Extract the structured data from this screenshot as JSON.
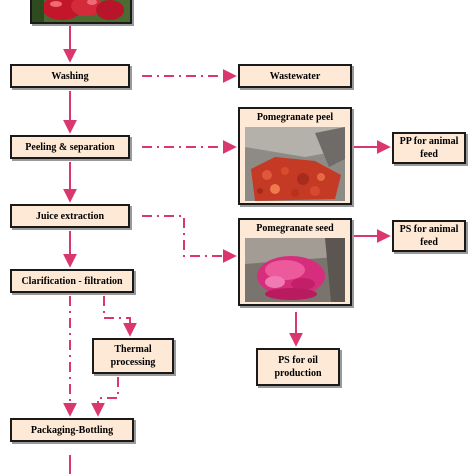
{
  "colors": {
    "arrow": "#d9376e",
    "box_fill": "#fde9d6",
    "box_border": "#1a1a1a"
  },
  "process_steps": {
    "washing": "Washing",
    "peeling": "Peeling & separation",
    "juice": "Juice extraction",
    "clarification": "Clarification - filtration",
    "thermal": "Thermal processing",
    "packaging": "Packaging-Bottling"
  },
  "outputs": {
    "wastewater": "Wastewater",
    "peel_title": "Pomegranate peel",
    "seed_title": "Pomegranate seed",
    "pp_feed": "PP  for animal feed",
    "ps_feed": "PS  for animal feed",
    "ps_oil": "PS  for oil production"
  },
  "images": {
    "top": "pomegranate-fruit-photo",
    "peel": "pomegranate-peel-photo",
    "seed": "pomegranate-seed-photo"
  }
}
